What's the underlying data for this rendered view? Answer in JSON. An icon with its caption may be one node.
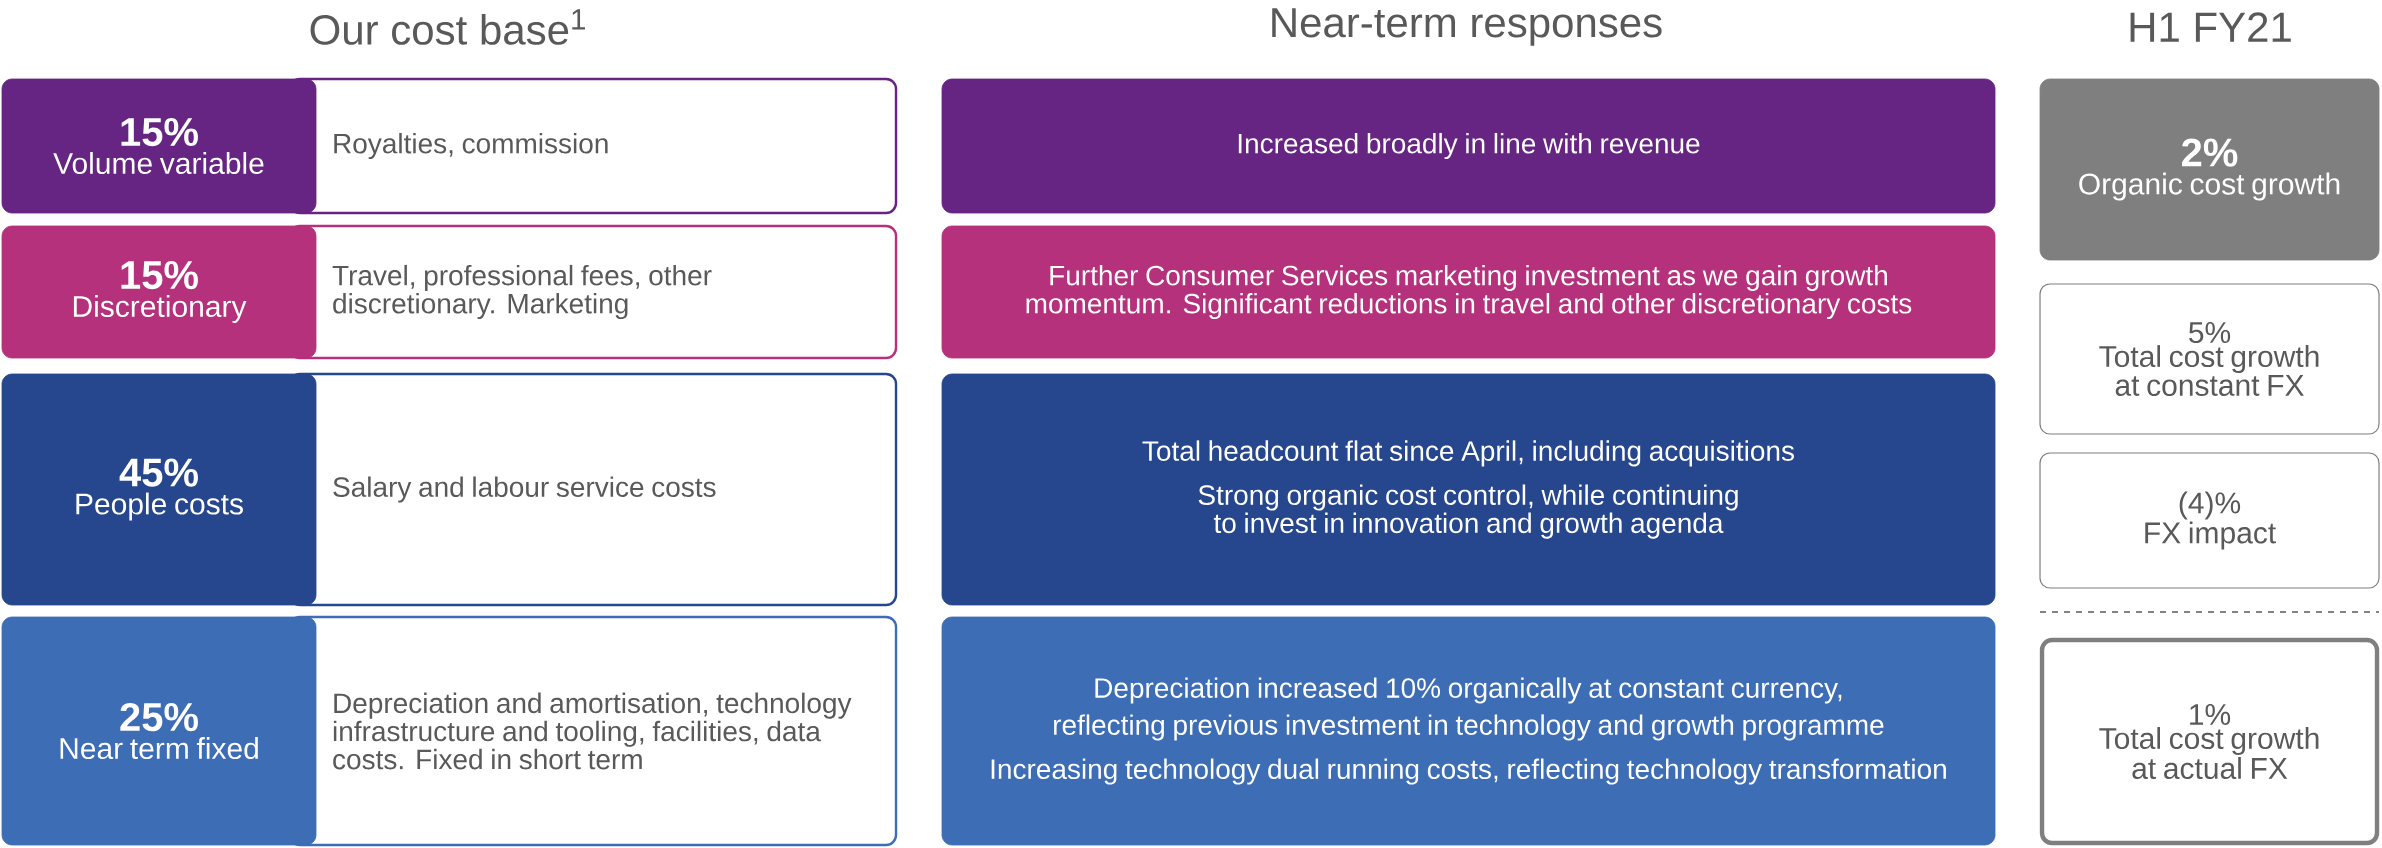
{
  "diagram": {
    "nodes": [
      {
        "text": [
          "15%",
          "Volume variable"
        ]
      },
      {
        "text": [
          "Royalties, commission"
        ]
      },
      {
        "text": [
          "15%",
          "Discretionary"
        ]
      },
      {
        "text": [
          "Travel, professional fees, other discretionary. Marketing"
        ]
      },
      {
        "text": [
          "45%",
          "People costs"
        ]
      },
      {
        "text": [
          "Salary and labour service costs"
        ]
      },
      {
        "text": [
          "25%",
          "Near term fixed"
        ]
      },
      {
        "text": [
          "Depreciation and amortisation, technology infrastructure and tooling, facilities, data costs. Fixed in short term"
        ]
      },
      {
        "text": [
          "Increased broadly in line with revenue"
        ]
      },
      {
        "text": [
          "Further Consumer Services marketing investment as we gain growth momentum. Significant reductions in travel and other discretionary costs"
        ]
      },
      {
        "text": [
          "Total headcount flat since April, including acquisitions",
          "Strong organic cost control, while continuing to invest in innovation and growth agenda"
        ]
      },
      {
        "text": [
          "Depreciation increased 10% organically at constant currency, reflecting previous investment in technology and growth programme",
          "Increasing technology dual running costs, reflecting technology transformation"
        ]
      },
      {
        "text": [
          "2%",
          "Organic cost growth"
        ]
      },
      {
        "text": [
          "5%",
          "Total cost growth at constant FX"
        ]
      },
      {
        "text": [
          "(4)%",
          "FX impact"
        ]
      },
      {
        "text": [
          "1%",
          "Total cost growth at actual FX"
        ]
      }
    ],
    "labels": [
      "Our cost base$^{1}$",
      "Near-term responses",
      "H1 FY21"
    ]
  }
}
